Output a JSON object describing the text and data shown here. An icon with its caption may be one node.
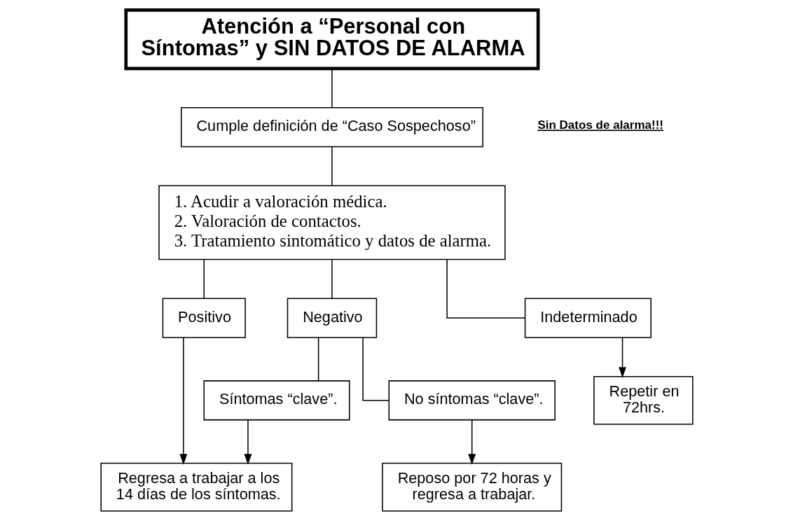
{
  "diagram": {
    "nodes": [
      {
        "text": [
          "Atención a “Personal con Síntomas” y SIN DATOS DE ALARMA"
        ]
      },
      {
        "text": [
          "Cumple definición de “Caso Sospechoso”"
        ]
      },
      {
        "text": [
          "1. Acudir a valoración médica.",
          "2. Valoración de contactos.",
          "3. Tratamiento sintomático y datos de alarma."
        ]
      },
      {
        "text": [
          "Positivo"
        ]
      },
      {
        "text": [
          "Negativo"
        ]
      },
      {
        "text": [
          "Indeterminado"
        ]
      },
      {
        "text": [
          "Síntomas “clave”."
        ]
      },
      {
        "text": [
          "No síntomas “clave”."
        ]
      },
      {
        "text": [
          "Regresa a trabajar a los 14 días de los síntomas."
        ]
      },
      {
        "text": [
          "Repetir en 72hrs."
        ]
      },
      {
        "text": [
          "Reposo por 72 horas y regresa a trabajar."
        ]
      }
    ],
    "edges": [
      {
        "from": 0,
        "to": 1,
        "arrow": "none"
      },
      {
        "from": 1,
        "to": 2,
        "arrow": "none"
      },
      {
        "from": 2,
        "to": 3,
        "arrow": "none"
      },
      {
        "from": 2,
        "to": 4,
        "arrow": "none"
      },
      {
        "from": 2,
        "to": 5,
        "arrow": "none"
      },
      {
        "from": 3,
        "to": 8,
        "arrow": "to"
      },
      {
        "from": 4,
        "to": 6,
        "arrow": "none"
      },
      {
        "from": 4,
        "to": 7,
        "arrow": "none"
      },
      {
        "from": 6,
        "to": 8,
        "arrow": "to"
      },
      {
        "from": 7,
        "to": 10,
        "arrow": "to"
      },
      {
        "from": 5,
        "to": 9,
        "arrow": "to"
      }
    ],
    "labels": [
      "Sin Datos de alarma!!!"
    ]
  }
}
